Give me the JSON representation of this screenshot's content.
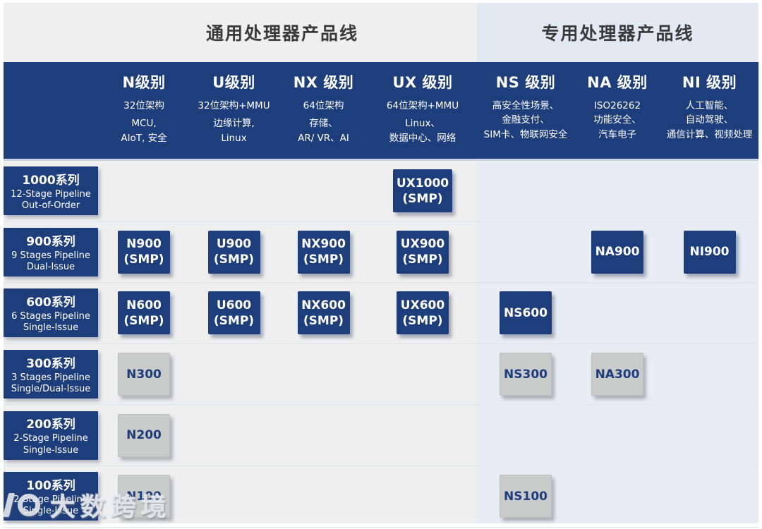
{
  "sections": {
    "general_title": "通用处理器产品线",
    "special_title": "专用处理器产品线"
  },
  "columns": [
    {
      "title": "N级别",
      "lines": [
        "32位架构",
        "MCU,",
        "AIoT, 安全"
      ]
    },
    {
      "title": "U级别",
      "lines": [
        "32位架构+MMU",
        "边缘计算,",
        "Linux"
      ]
    },
    {
      "title": "NX 级别",
      "lines": [
        "64位架构",
        "存储、",
        "AR/ VR、AI"
      ]
    },
    {
      "title": "UX 级别",
      "lines": [
        "64位架构+MMU",
        "Linux、",
        "数据中心、网络"
      ]
    },
    {
      "title": "NS 级别",
      "lines": [
        "高安全性场景、",
        "金融支付、",
        "SIM卡、物联网安全"
      ]
    },
    {
      "title": "NA 级别",
      "lines": [
        "ISO26262",
        "功能安全、",
        "汽车电子"
      ]
    },
    {
      "title": "NI 级别",
      "lines": [
        "人工智能、",
        "自动驾驶、",
        "通信计算、视频处理"
      ]
    }
  ],
  "rows": [
    {
      "title": "1000系列",
      "lines": [
        "12-Stage Pipeline",
        "Out-of-Order"
      ],
      "chips": [
        {
          "label": "UX1000",
          "sub": "(SMP)"
        }
      ]
    },
    {
      "title": "900系列",
      "lines": [
        "9 Stages Pipeline",
        "Dual-Issue"
      ],
      "chips": [
        {
          "label": "N900",
          "sub": "(SMP)"
        },
        {
          "label": "U900",
          "sub": "(SMP)"
        },
        {
          "label": "NX900",
          "sub": "(SMP)"
        },
        {
          "label": "UX900",
          "sub": "(SMP)"
        },
        {
          "label": "NA900"
        },
        {
          "label": "NI900"
        }
      ]
    },
    {
      "title": "600系列",
      "lines": [
        "6 Stages Pipeline",
        "Single-Issue"
      ],
      "chips": [
        {
          "label": "N600",
          "sub": "(SMP)"
        },
        {
          "label": "U600",
          "sub": "(SMP)"
        },
        {
          "label": "NX600",
          "sub": "(SMP)"
        },
        {
          "label": "UX600",
          "sub": "(SMP)"
        },
        {
          "label": "NS600"
        }
      ]
    },
    {
      "title": "300系列",
      "lines": [
        "3 Stages Pipeline",
        "Single/Dual-Issue"
      ],
      "chips": [
        {
          "label": "N300"
        },
        {
          "label": "NS300"
        },
        {
          "label": "NA300"
        }
      ]
    },
    {
      "title": "200系列",
      "lines": [
        "2-Stage Pipeline",
        "Single-Issue"
      ],
      "chips": [
        {
          "label": "N200"
        }
      ]
    },
    {
      "title": "100系列",
      "lines": [
        "2-Stage Pipeline",
        "Single-Issue"
      ],
      "chips": [
        {
          "label": "N100"
        },
        {
          "label": "NS100"
        }
      ]
    }
  ],
  "colors": {
    "navy": "#1e3d7b",
    "gray_chip": "#c9caca",
    "left_bg": "#efeff0",
    "right_bg": "#e8edf5"
  },
  "watermark": {
    "text": "大数跨境"
  }
}
